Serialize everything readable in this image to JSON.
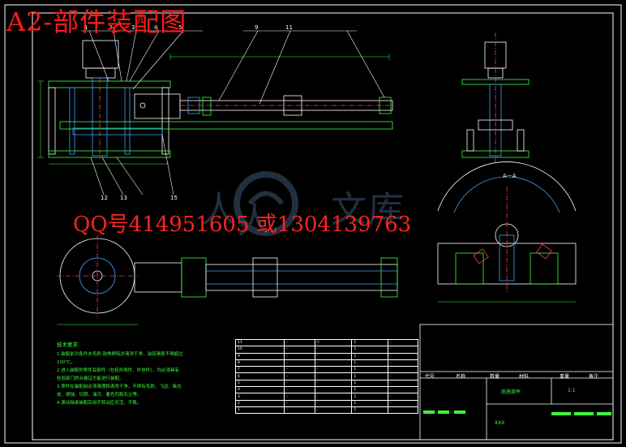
{
  "title": "A2-部件装配图",
  "contact_overlay": "QQ号414951605 或1304139763",
  "watermark": {
    "chars": [
      "人",
      "人",
      "文",
      "库"
    ]
  },
  "section_label": "A－A",
  "balloons": [
    "1",
    "2",
    "3",
    "4",
    "5",
    "9",
    "11",
    "12",
    "13",
    "15"
  ],
  "notes": {
    "heading": "技术要求",
    "lines": [
      "1.装配前对各件去毛刺 锐角倒钝并清洗干净，油润滑度不得超过",
      "100℃。",
      "2.进入装配的零件及部件（包括外购件、外协件），均必须具有",
      "检验部门的合格证方能进行装配。",
      "3.零件在装配前必须清理和清洗干净，不得有毛刺、飞边、氧化",
      "皮、锈蚀、切屑、油污、着色剂和灰尘等。",
      "4.滚动轴承装配后用手转动应灵活，平稳。"
    ]
  },
  "bom_rows": [
    {
      "no": "11",
      "code": "-",
      "name": "X",
      "qty": "1",
      "mat": "-"
    },
    {
      "no": "10",
      "code": "-",
      "name": "-",
      "qty": "1",
      "mat": "-"
    },
    {
      "no": "9",
      "code": "-",
      "name": "-",
      "qty": "1",
      "mat": "-"
    },
    {
      "no": "8",
      "code": "-",
      "name": "-",
      "qty": "1",
      "mat": "-"
    },
    {
      "no": "7",
      "code": "-",
      "name": "-",
      "qty": "1",
      "mat": "-"
    },
    {
      "no": "6",
      "code": "-",
      "name": "-",
      "qty": "1",
      "mat": "-"
    },
    {
      "no": "5",
      "code": "-",
      "name": "-",
      "qty": "1",
      "mat": "-"
    },
    {
      "no": "4",
      "code": "-",
      "name": "-",
      "qty": "1",
      "mat": "-"
    },
    {
      "no": "3",
      "code": "-",
      "name": "-",
      "qty": "1",
      "mat": "-"
    },
    {
      "no": "2",
      "code": "-",
      "name": "-",
      "qty": "1",
      "mat": "-"
    },
    {
      "no": "1",
      "code": "-",
      "name": "-",
      "qty": "1",
      "mat": "-"
    }
  ],
  "title_block": {
    "row_labels": [
      "代号",
      "名称",
      "数量",
      "材料",
      "重量",
      "备注"
    ],
    "assembly_name": "底座部件",
    "scale": "1:1",
    "drawing_no": "XXX"
  }
}
